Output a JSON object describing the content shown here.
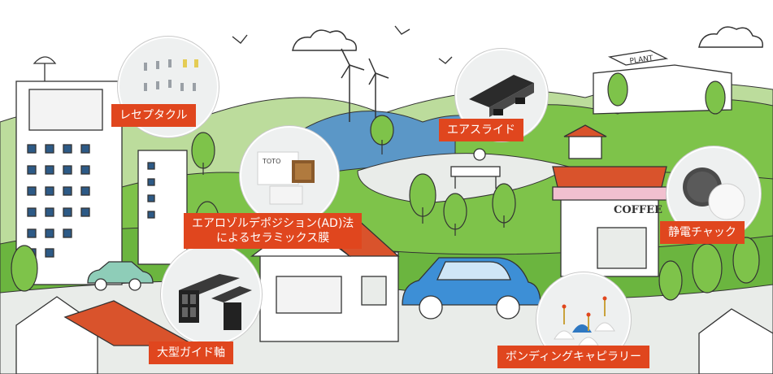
{
  "colors": {
    "label_bg": "#e0461e",
    "label_text": "#ffffff",
    "grass": "#7ec34a",
    "grass_dark": "#4f9a33",
    "hill_blue": "#5b97c7",
    "line": "#333333",
    "car_blue": "#3d8fd6",
    "car_teal": "#8ecdb8",
    "roof_red": "#d9532c",
    "path": "#e9ece9"
  },
  "labels": {
    "receptacle": "レセプタクル",
    "air_slide": "エアスライド",
    "ad_method_line1": "エアロゾルデポジション(AD)法",
    "ad_method_line2": "によるセラミックス膜",
    "electrostatic_chuck": "静電チャック",
    "large_guide_shaft": "大型ガイド軸",
    "bonding_capillary": "ボンディングキャピラリー"
  },
  "signs": {
    "coffee": "COFFEE",
    "plant": "PLANT",
    "toto": "TOTO"
  },
  "icons": {
    "receptacle_photo": "ceramic-parts-photo",
    "air_slide_photo": "air-slide-photo",
    "ad_photo": "ceramic-film-photo",
    "chuck_photo": "electrostatic-chuck-photo",
    "shaft_photo": "guide-shaft-photo",
    "capillary_photo": "capillary-photo"
  }
}
